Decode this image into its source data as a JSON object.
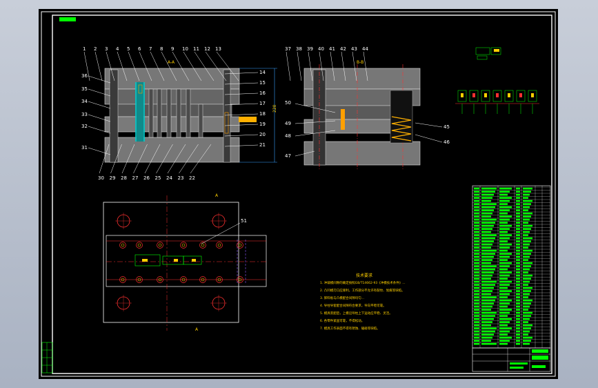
{
  "tech_requirements": {
    "title": "技术要求",
    "lines": [
      "1. 冲裁模间隙的确定按照GB/T14662-93《冲模技术条件》...",
      "2. 凸凹模刃口应锋利，工作部分不允许有裂纹、划痕等缺陷。",
      "3. 卸料板与凸模配合间隙均匀...",
      "4. 导柱导套配合间隙符合要求，导向平稳可靠。",
      "5. 模具装配后，上模沿导柱上下运动应平稳、灵活。",
      "6. 各零件紧固可靠，不得松动。",
      "7. 模具工作表面不得有锈蚀、磕碰等缺陷。"
    ]
  },
  "view_labels": {
    "a_a": "A-A",
    "b_b": "B-B",
    "section_left": "A",
    "section_bottom": "A"
  },
  "callouts_top": [
    "1",
    "2",
    "3",
    "4",
    "5",
    "6",
    "7",
    "8",
    "9",
    "10",
    "11",
    "12",
    "13"
  ],
  "callouts_right": [
    "14",
    "15",
    "16",
    "17",
    "18",
    "19",
    "20",
    "21"
  ],
  "callouts_left": [
    "36",
    "35",
    "34",
    "33",
    "32",
    "31"
  ],
  "callouts_bottom": [
    "30",
    "29",
    "28",
    "27",
    "26",
    "25",
    "24",
    "23",
    "22"
  ],
  "callouts_view2_top": [
    "37",
    "38",
    "39",
    "40",
    "41",
    "42",
    "43",
    "44"
  ],
  "callouts_view2_side": [
    "50",
    "49",
    "48",
    "47",
    "45",
    "46"
  ],
  "plan_callout": "51",
  "colors": {
    "background": "#000000",
    "frame": "#ffffff",
    "steel": "#7a7a7a",
    "dim": "#3aa0ff",
    "center": "#ff3030",
    "text_green": "#00ff00",
    "highlight": "#00e5e5",
    "title_block": "#00ff00"
  }
}
